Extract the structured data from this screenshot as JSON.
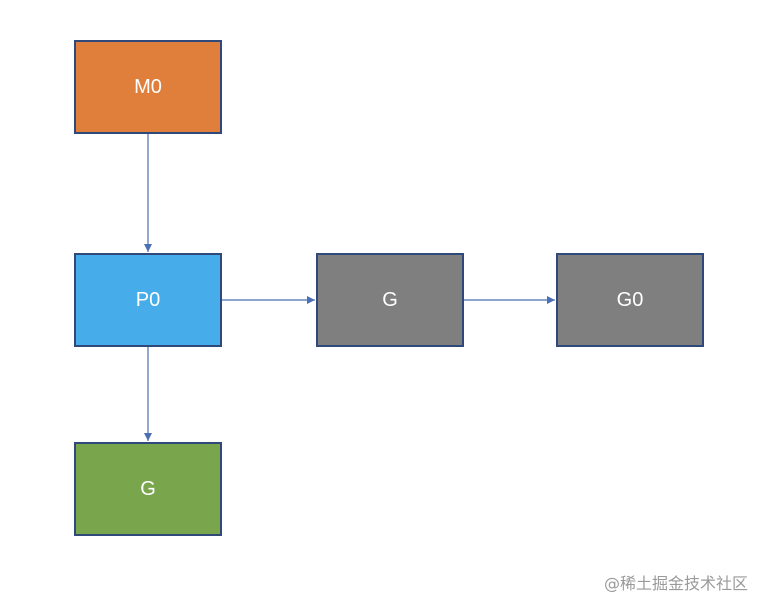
{
  "nodes": {
    "m0": {
      "label": "M0",
      "color": "#e07e3c"
    },
    "p0": {
      "label": "P0",
      "color": "#47acea"
    },
    "g_right": {
      "label": "G",
      "color": "#7f7f7f"
    },
    "g0": {
      "label": "G0",
      "color": "#7f7f7f"
    },
    "g_bottom": {
      "label": "G",
      "color": "#79a64d"
    }
  },
  "edges": [
    {
      "from": "M0",
      "to": "P0"
    },
    {
      "from": "P0",
      "to": "G"
    },
    {
      "from": "G",
      "to": "G0"
    },
    {
      "from": "P0",
      "to": "G"
    }
  ],
  "edge_color": "#4a6fb5",
  "border_color": "#2f4a7a",
  "watermark": "@稀土掘金技术社区"
}
